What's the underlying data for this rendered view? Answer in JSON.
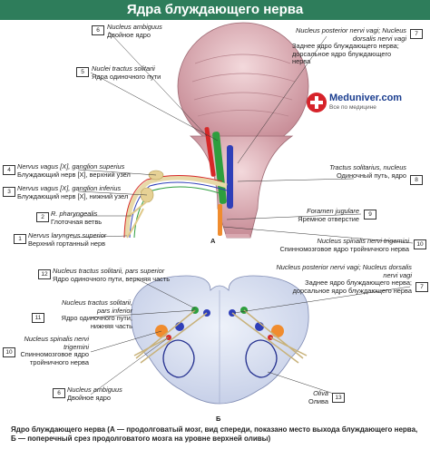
{
  "title": "Ядра блуждающего нерва",
  "watermark": {
    "brand": "Meduniver.com",
    "tagline": "Все по медицине"
  },
  "section_labels": {
    "a": "А",
    "b": "Б"
  },
  "labels": [
    {
      "num": "6",
      "lat": "Nucleus ambiguus",
      "ru": "Двойное ядро"
    },
    {
      "num": "5",
      "lat": "Nuclei tractus solitarii",
      "ru": "Ядра одиночного пути"
    },
    {
      "num": "7",
      "lat": "Nucleus posterior nervi vagi; Nucleus dorsalis nervi vagi",
      "ru": "Заднее ядро блуждающего нерва; дорсальное ядро блуждающего нерва"
    },
    {
      "num": "4",
      "lat": "Nervus vagus [X], ganglion superius",
      "ru": "Блуждающий нерв [X], верхний узел"
    },
    {
      "num": "3",
      "lat": "Nervus vagus [X], ganglion inferius",
      "ru": "Блуждающий нерв [X], нижний узел"
    },
    {
      "num": "8",
      "lat": "Tractus solitarius, nucleus",
      "ru": "Одиночный путь, ядро"
    },
    {
      "num": "2",
      "lat": "R. pharyngealis",
      "ru": "Глоточная ветвь"
    },
    {
      "num": "9",
      "lat": "Foramen jugulare",
      "ru": "Яремное отверстие"
    },
    {
      "num": "1",
      "lat": "Nervus laryngeus superior",
      "ru": "Верхний гортанный нерв"
    },
    {
      "num": "10",
      "lat": "Nucleus spinalis nervi trigemini",
      "ru": "Спинномозговое ядро тройничного нерва"
    },
    {
      "num": "12",
      "lat": "Nucleus tractus solitarii, pars superior",
      "ru": "Ядро одиночного пути, верхняя часть"
    },
    {
      "num": "7",
      "lat": "Nucleus posterior nervi vagi; Nucleus dorsalis nervi vagi",
      "ru": "Заднее ядро блуждающего нерва; дорсальное ядро блуждающего нерва"
    },
    {
      "num": "11",
      "lat": "Nucleus tractus solitarii, pars inferior",
      "ru": "Ядро одиночного пути, нижняя часть"
    },
    {
      "num": "10",
      "lat": "Nucleus spinalis nervi trigemini",
      "ru": "Спинномозговое ядро тройничного нерва"
    },
    {
      "num": "6",
      "lat": "Nucleus ambiguus",
      "ru": "Двойное ядро"
    },
    {
      "num": "13",
      "lat": "Oliva",
      "ru": "Олива"
    }
  ],
  "caption": {
    "line1": "Ядро блуждающего нерва (А — продолговатый мозг, вид спереди, показано место выхода блуждающего нерва,",
    "line2": "Б — поперечный срез продолговатого мозга на уровне верхней оливы)"
  }
}
